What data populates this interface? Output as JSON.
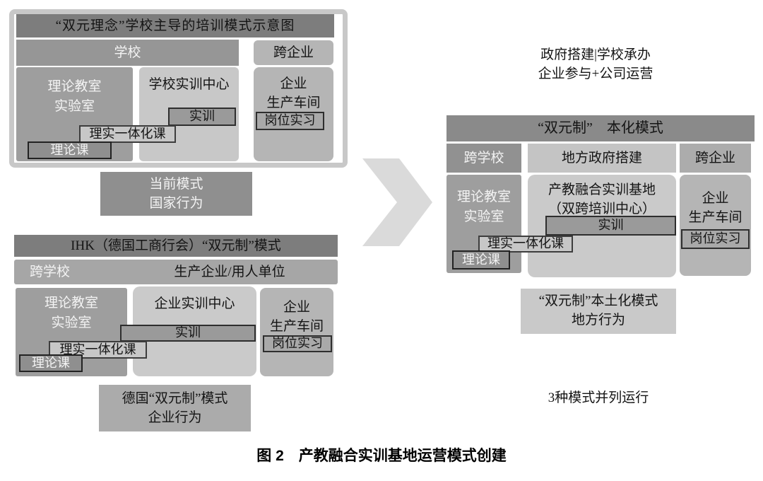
{
  "palette": {
    "dark_bar": "#7d7d7d",
    "school_bar": "#969696",
    "left_column": "#9e9e9e",
    "light_column": "#cacaca",
    "medium_column": "#b5b5b5",
    "training_box": "#9a9a9a",
    "internship_box": "#a9a9a9",
    "integrated_box": "#c7c7c7",
    "theory_box": "#8f8f8f",
    "note_dark": "#8f8f8f",
    "note_medium": "#ababab",
    "note_light": "#c9c9c9",
    "frame": "#c8c8c8",
    "arrow": "#dadada",
    "background": "#ffffff"
  },
  "school_model": {
    "title": "“双元理念”学校主导的培训模式示意图",
    "school": "学校",
    "cross_enterprise": "跨企业",
    "theory_rooms": "理论教室\n实验室",
    "training_center": "学校实训中心",
    "training": "实训",
    "integrated_course": "理实一体化课",
    "theory_course": "理论课",
    "workshop": "企业\n生产车间",
    "post_internship": "岗位实习",
    "note": "当前模式\n国家行为"
  },
  "ihk_model": {
    "title": "IHK（德国工商行会）“双元制”模式",
    "cross_school": "跨学校",
    "employer": "生产企业/用人单位",
    "theory_rooms": "理论教室\n实验室",
    "training_center": "企业实训中心",
    "training": "实训",
    "integrated_course": "理实一体化课",
    "theory_course": "理论课",
    "workshop": "企业\n生产车间",
    "post_internship": "岗位实习",
    "note": "德国“双元制”模式\n企业行为"
  },
  "localized_model": {
    "header_note": "政府搭建|学校承办\n企业参与+公司运营",
    "title": "“双元制”　本化模式",
    "cross_school": "跨学校",
    "local_gov": "地方政府搭建",
    "cross_enterprise": "跨企业",
    "theory_rooms": "理论教室\n实验室",
    "training_base": "产教融合实训基地\n（双跨培训中心）",
    "training": "实训",
    "integrated_course": "理实一体化课",
    "theory_course": "理论课",
    "workshop": "企业\n生产车间",
    "post_internship": "岗位实习",
    "note": "“双元制”本土化模式\n地方行为",
    "parallel_note": "3种模式并列运行"
  },
  "figure": {
    "caption": "图 2　产教融合实训基地运营模式创建"
  }
}
